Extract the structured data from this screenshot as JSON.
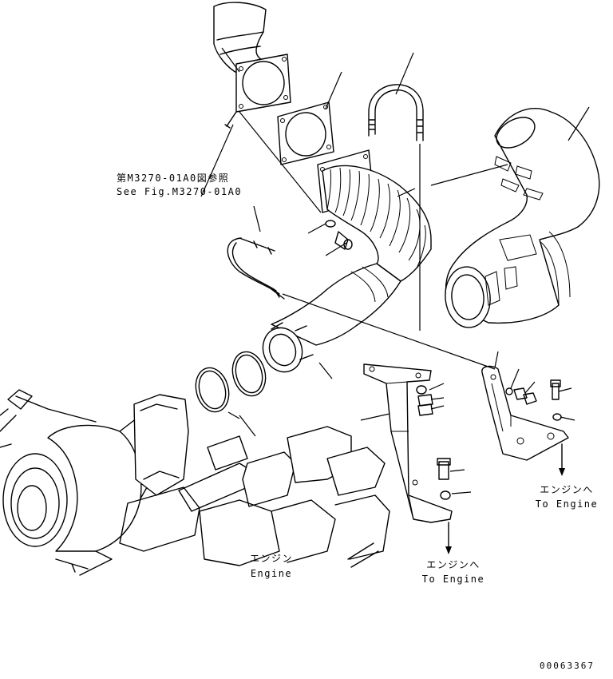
{
  "callouts": {
    "reference_jp": "第M3270-01A0図参照",
    "reference_en": "See Fig.M3270-01A0",
    "engine_jp": "エンジン",
    "engine_en": "Engine",
    "to_engine_1_jp": "エンジンへ",
    "to_engine_1_en": "To Engine",
    "to_engine_2_jp": "エンジンへ",
    "to_engine_2_en": "To Engine"
  },
  "drawing_number": "00063367"
}
